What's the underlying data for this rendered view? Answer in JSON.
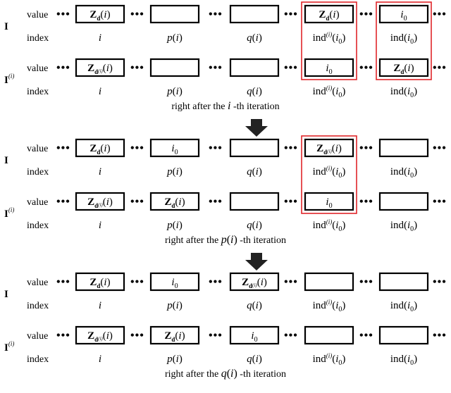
{
  "rows": [
    {
      "title": "I",
      "title_sup": "",
      "value_label": "value",
      "index_label": "index"
    },
    {
      "title": "I",
      "title_sup": "(i)",
      "value_label": "value",
      "index_label": "index"
    }
  ],
  "positions": [
    {
      "base": "",
      "arg": "i",
      "arg_sub": "",
      "pre_sup": ""
    },
    {
      "base": "p",
      "arg": "i",
      "arg_sub": "",
      "pre_sup": ""
    },
    {
      "base": "q",
      "arg": "i",
      "arg_sub": "",
      "pre_sup": ""
    },
    {
      "base": "ind",
      "arg": "i",
      "arg_sub": "0",
      "pre_sup": "(i)"
    },
    {
      "base": "ind",
      "arg": "i",
      "arg_sub": "0",
      "pre_sup": ""
    }
  ],
  "stages": [
    {
      "caption_before": "right after the ",
      "caption_var": "i",
      "caption_func": "",
      "caption_after": "-th iteration",
      "rowI": [
        "Zd(i)",
        "",
        "",
        "Zd(i)",
        "i0"
      ],
      "rowIi": [
        "Zdi(i)",
        "",
        "",
        "i0",
        "Zd(i)"
      ],
      "highlight": [
        3,
        4
      ]
    },
    {
      "caption_before": "right after the ",
      "caption_var": "i",
      "caption_func": "p",
      "caption_after": "-th iteration",
      "rowI": [
        "Zd(i)",
        "i0",
        "",
        "Zdi(i)",
        ""
      ],
      "rowIi": [
        "Zdi(i)",
        "Zd(i)",
        "",
        "i0",
        ""
      ],
      "highlight": [
        3
      ]
    },
    {
      "caption_before": "right after the ",
      "caption_var": "i",
      "caption_func": "q",
      "caption_after": "-th iteration",
      "rowI": [
        "Zd(i)",
        "i0",
        "Zdi(i)",
        "",
        ""
      ],
      "rowIi": [
        "Zdi(i)",
        "Zd(i)",
        "i0",
        "",
        ""
      ],
      "highlight": []
    }
  ],
  "colors": {
    "highlight": "#e0262a",
    "box": "#000000",
    "arrow": "#222222"
  }
}
